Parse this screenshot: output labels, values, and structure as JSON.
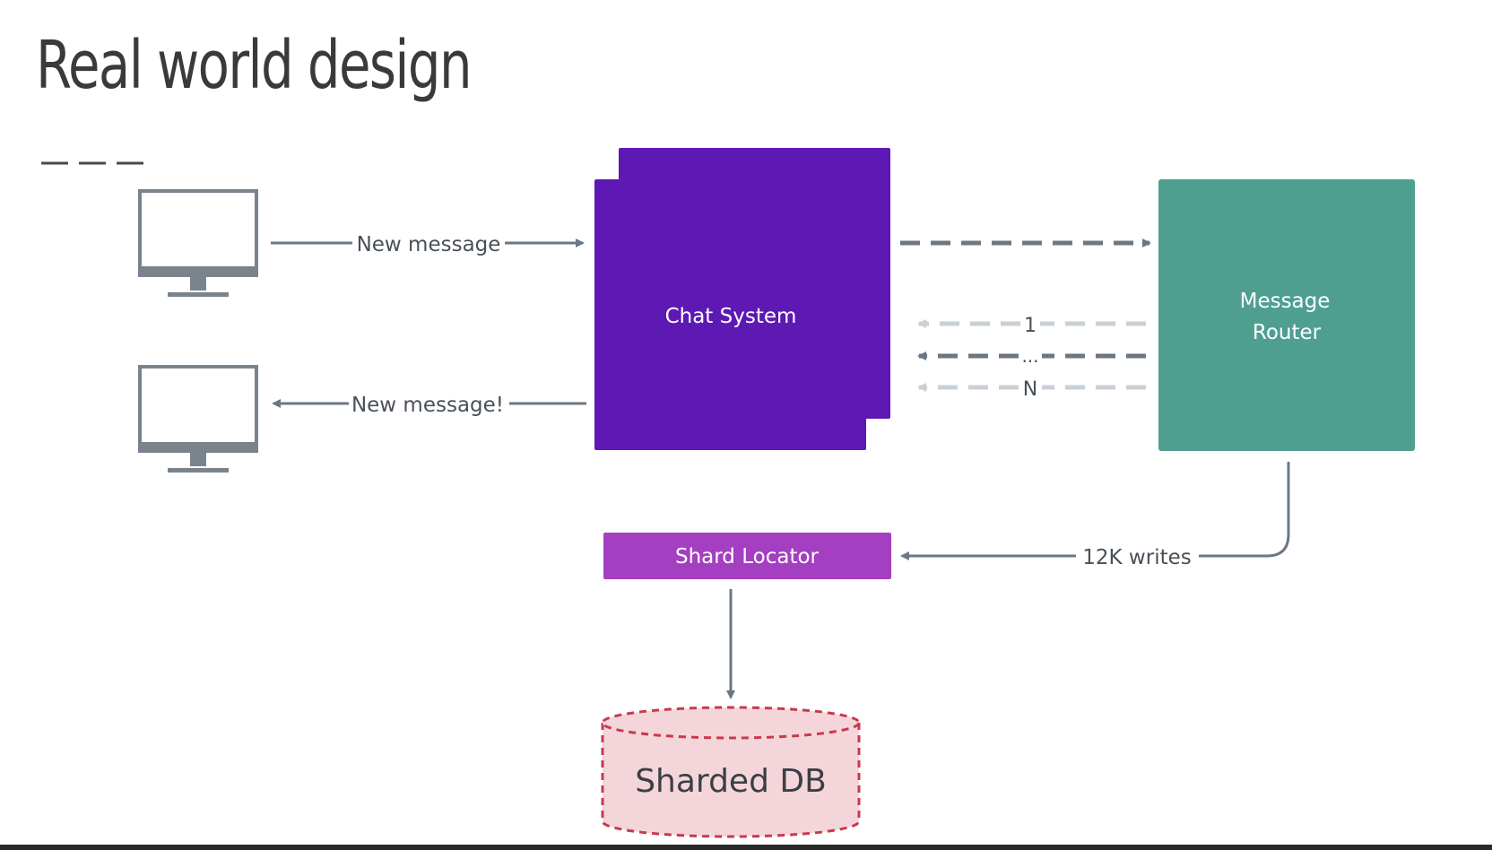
{
  "title": "Real world design",
  "colors": {
    "chat_system": "#5e18b3",
    "message_router": "#4f9f91",
    "shard_locator": "#a43fc2",
    "sharded_db_fill": "#f4d6da",
    "sharded_db_border": "#c93a4a",
    "arrow": "#6c7782",
    "arrow_faint": "#c9d0d6",
    "monitor": "#78838d"
  },
  "nodes": {
    "chat_system": "Chat System",
    "message_router_line1": "Message",
    "message_router_line2": "Router",
    "shard_locator": "Shard Locator",
    "sharded_db": "Sharded DB"
  },
  "edges": {
    "new_message_in": "New message",
    "new_message_out": "New message!",
    "return_1": "1",
    "return_ellipsis": "...",
    "return_n": "N",
    "writes": "12K writes"
  },
  "icons": {
    "client_top": "monitor-icon",
    "client_bottom": "monitor-icon"
  }
}
